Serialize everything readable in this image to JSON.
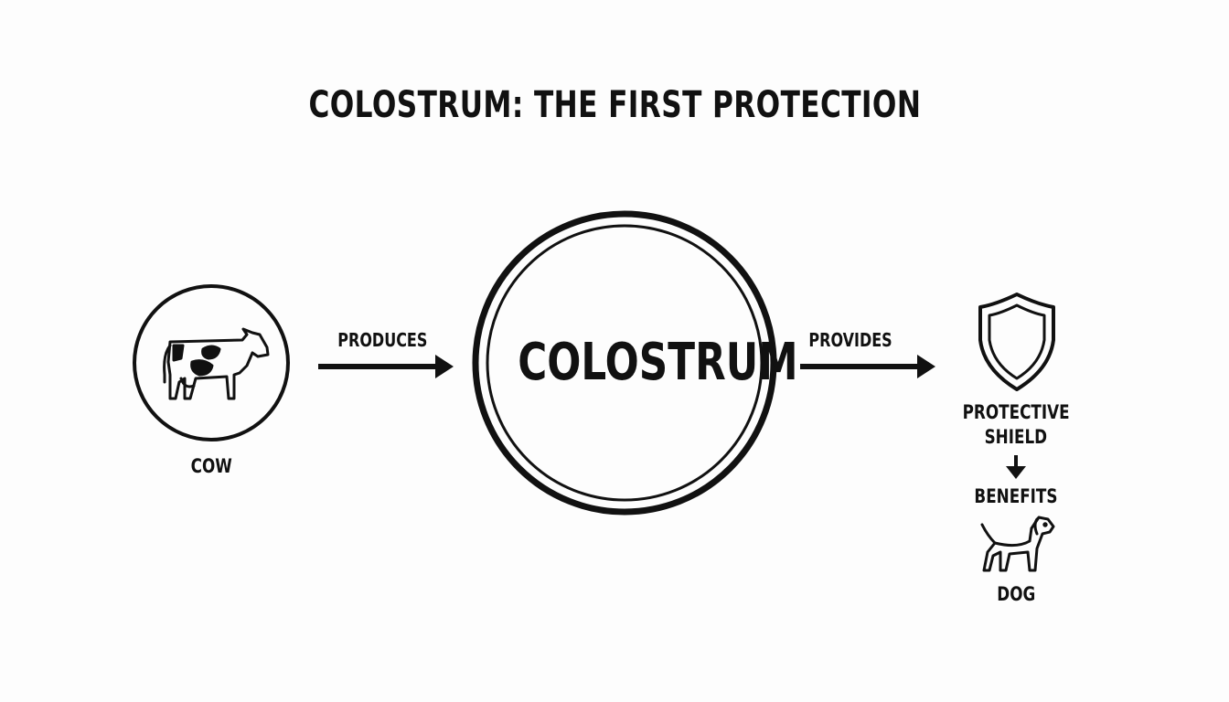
{
  "title": "COLOSTRUM: THE FIRST PROTECTION",
  "nodes": {
    "cow": {
      "label": "COW",
      "icon": "cow-icon"
    },
    "colostrum": {
      "label": "COLOSTRUM"
    },
    "shield": {
      "label_line1": "PROTECTIVE",
      "label_line2": "SHIELD",
      "icon": "shield-icon"
    },
    "dog": {
      "label": "DOG",
      "icon": "dog-icon"
    }
  },
  "edges": {
    "produces": "PRODUCES",
    "provides": "PROVIDES",
    "benefits": "BENEFITS"
  },
  "colors": {
    "ink": "#111111",
    "background": "#fdfdfd"
  }
}
